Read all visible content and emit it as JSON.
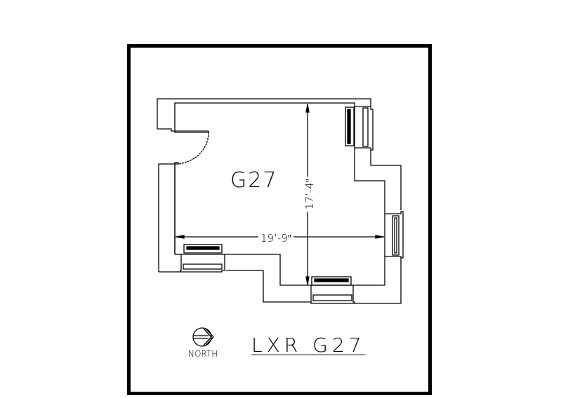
{
  "room": {
    "label": "G27",
    "width_dimension": "19’-9″",
    "length_dimension": "17’-4″"
  },
  "compass": {
    "label": "NORTH",
    "icon": "north-arrow-icon"
  },
  "title_block": {
    "title": "LXR G27"
  },
  "colors": {
    "line": "#000000",
    "background": "#ffffff"
  }
}
